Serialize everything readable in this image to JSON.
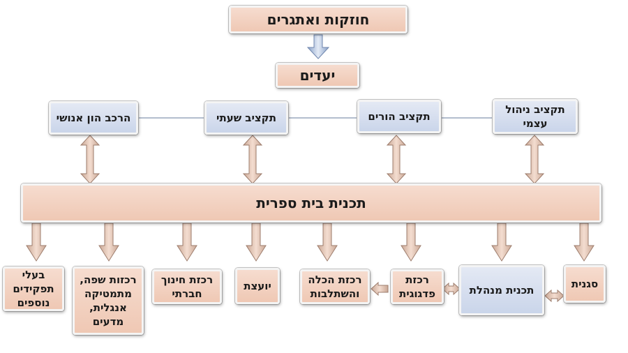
{
  "diagram": {
    "top": "חוזקות ואתגרים",
    "goals": "יעדים",
    "budgets": [
      "תקציב ניהול עצמי",
      "תקציב הורים",
      "תקציב שעתי",
      "הרכב הון אנושי"
    ],
    "school_plan": "תכנית בית ספרית",
    "bottom": [
      "סגנית",
      "תכנית מנהלת",
      "רכזת פדגוגית",
      "רכזת הכלה והשתלבות",
      "יועצת",
      "רכזת חינוך חברתי",
      "רכזות שפה, מתמטיקה אנגלית, מדעים",
      "בעלי תפקידים נוספים"
    ]
  }
}
